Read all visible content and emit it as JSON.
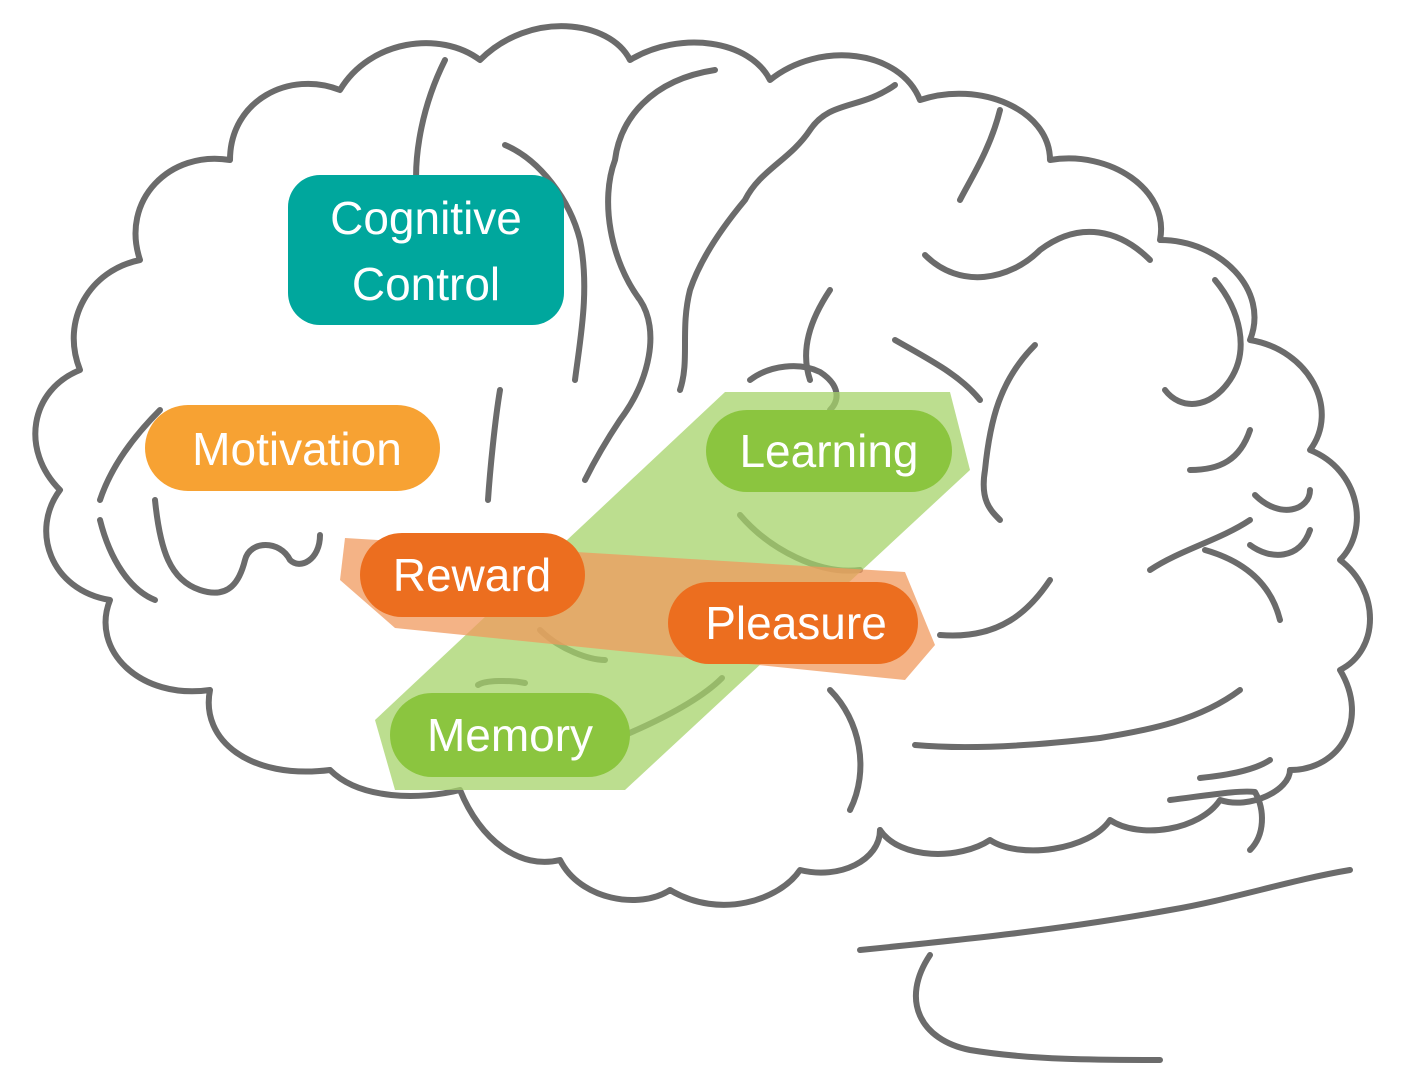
{
  "diagram": {
    "labels": {
      "cognitive_control_line1": "Cognitive",
      "cognitive_control_line2": "Control",
      "motivation": "Motivation",
      "learning": "Learning",
      "reward": "Reward",
      "pleasure": "Pleasure",
      "memory": "Memory"
    },
    "colors": {
      "cognitive_control": "#00a79d",
      "motivation": "#f7a233",
      "learning": "#8bc53f",
      "memory": "#8bc53f",
      "reward": "#ec6e1f",
      "pleasure": "#ec6e1f",
      "learning_memory_band": "#a6d36a",
      "reward_pleasure_band": "#f09a5e",
      "brain_outline": "#6b6b6b"
    },
    "connections": [
      {
        "from": "learning",
        "to": "memory",
        "color": "green"
      },
      {
        "from": "reward",
        "to": "pleasure",
        "color": "orange"
      }
    ]
  }
}
